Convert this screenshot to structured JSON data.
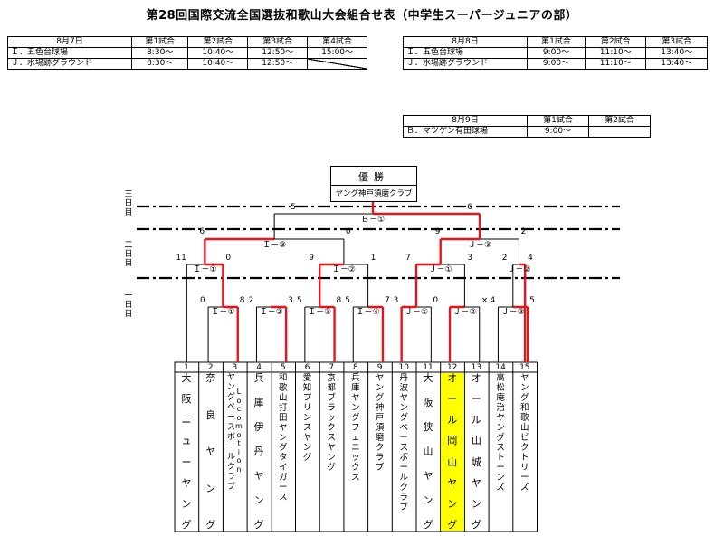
{
  "title": "第28回国際交流全国選抜和歌山大会組合せ表（中学生スーパージュニアの部）",
  "schedules": [
    {
      "header": [
        "8月7日",
        "第1試合",
        "第2試合",
        "第3試合",
        "第4試合"
      ],
      "rows": [
        [
          "Ｉ．五色台球場",
          "8:30～",
          "10:40～",
          "12:50～",
          "15:00～"
        ],
        [
          "Ｊ．水場跡グラウンド",
          "8:30～",
          "10:40～",
          "12:50～",
          ""
        ]
      ]
    },
    {
      "header": [
        "8月8日",
        "第1試合",
        "第2試合",
        "第3試合"
      ],
      "rows": [
        [
          "Ｉ．五色台球場",
          "9:00～",
          "11:10～",
          "13:40～"
        ],
        [
          "Ｊ．水場跡グラウンド",
          "9:00～",
          "11:10～",
          "13:40～"
        ]
      ]
    },
    {
      "header": [
        "8月9日",
        "第1試合",
        "第2試合"
      ],
      "rows": [
        [
          "Ｂ．マツゲン有田球場",
          "9:00～",
          ""
        ]
      ]
    }
  ],
  "days": [
    "三日目",
    "二日目",
    "一日目"
  ],
  "champion": {
    "label": "優勝",
    "team": "ヤング神戸須磨クラブ"
  },
  "colors": {
    "win_line": "#e8141c",
    "highlight": "#ffff00",
    "line": "#000000"
  },
  "teams": [
    {
      "no": "1",
      "name": "大阪ニューヤング"
    },
    {
      "no": "2",
      "name": "奈良ヤング"
    },
    {
      "no": "3",
      "name": "ヤングベースボールクラブ",
      "sub": "Locomotion"
    },
    {
      "no": "4",
      "name": "兵庫伊丹ヤング"
    },
    {
      "no": "5",
      "name": "和歌山打田ヤングタイガース"
    },
    {
      "no": "6",
      "name": "愛知プリンスヤング"
    },
    {
      "no": "7",
      "name": "京都ブラックスヤング"
    },
    {
      "no": "8",
      "name": "兵庫ヤングフェニックス"
    },
    {
      "no": "9",
      "name": "ヤング神戸須磨クラブ"
    },
    {
      "no": "10",
      "name": "丹波ヤングベースボールクラブ"
    },
    {
      "no": "11",
      "name": "大阪狭山ヤング"
    },
    {
      "no": "12",
      "name": "オール岡山ヤング",
      "highlight": true
    },
    {
      "no": "13",
      "name": "オール山城ヤング"
    },
    {
      "no": "14",
      "name": "高松庵治ヤングストーンズ"
    },
    {
      "no": "15",
      "name": "ヤング和歌山ビクトリーズ"
    }
  ],
  "games_day1": [
    {
      "id": "Ｉ－①",
      "scores": [
        "0",
        "8"
      ]
    },
    {
      "id": "Ｉ－②",
      "scores": [
        "2",
        "3"
      ]
    },
    {
      "id": "Ｉ－③",
      "scores": [
        "5",
        "8"
      ]
    },
    {
      "id": "Ｉ－④",
      "scores": [
        "5",
        "7"
      ]
    },
    {
      "id": "Ｊ－①",
      "scores": [
        "3",
        "0"
      ]
    },
    {
      "id": "Ｊ－②",
      "scores": [
        "",
        "×"
      ]
    },
    {
      "id": "Ｊ－③",
      "scores": [
        "4",
        "5"
      ]
    }
  ],
  "games_day2_r1": [
    {
      "id": "Ｉ－①",
      "scores": [
        "11",
        "0"
      ]
    },
    {
      "id": "Ｉ－②",
      "scores": [
        "9",
        "1"
      ]
    },
    {
      "id": "Ｊ－①",
      "scores": [
        "7",
        "3"
      ]
    },
    {
      "id": "Ｊ－②",
      "scores": [
        "2",
        "4"
      ]
    }
  ],
  "games_day2_r2": [
    {
      "id": "Ｉ－③",
      "scores": [
        "6",
        "0"
      ]
    },
    {
      "id": "Ｊ－③",
      "scores": [
        "9",
        "2"
      ]
    }
  ],
  "final": {
    "id": "Ｂ－①",
    "scores": [
      "5",
      "6"
    ]
  }
}
